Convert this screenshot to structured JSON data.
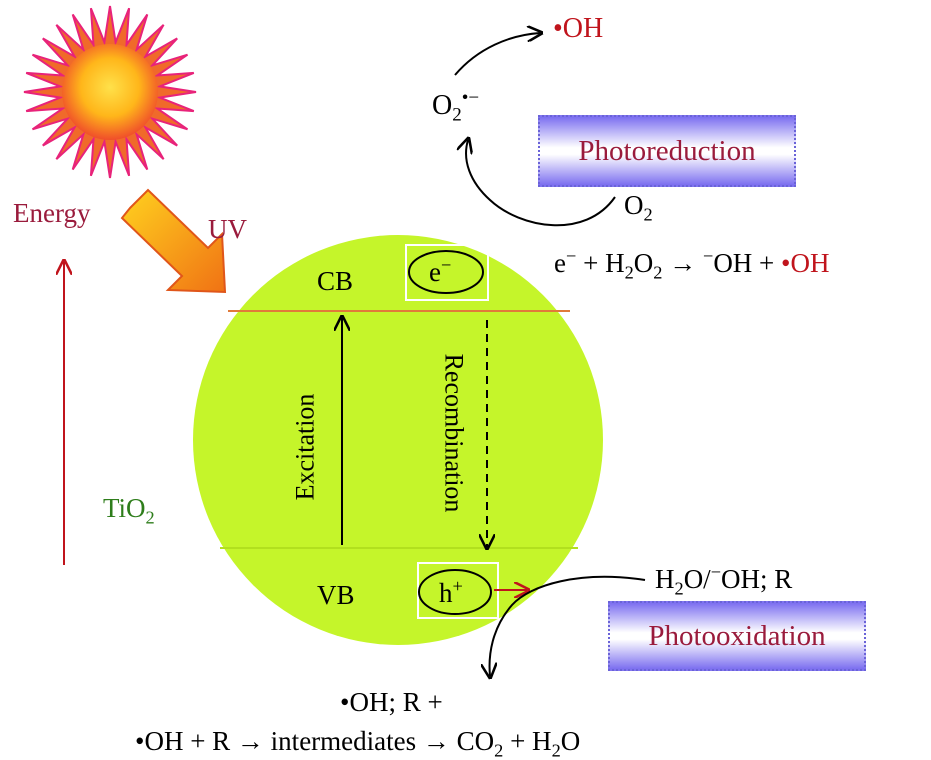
{
  "labels": {
    "energy": "Energy",
    "uv": "UV",
    "tio2": "TiO",
    "tio2_sub": "2",
    "cb": "CB",
    "vb": "VB",
    "electron": "e",
    "electron_sup": "−",
    "hole": "h",
    "hole_sup": "+",
    "excitation": "Excitation",
    "recombination": "Recombination",
    "oh_radical_top": "•OH",
    "superoxide": "O",
    "superoxide_sub": "2",
    "superoxide_sup": "•−",
    "o2": "O",
    "o2_sub": "2",
    "photoreduction": "Photoreduction",
    "photooxidation": "Photooxidation",
    "water_species": "H",
    "water_species_2": "O/",
    "water_species_3": "OH; R",
    "reduction_eq": {
      "part1": "e",
      "part1_sup": "−",
      "part2": " + H",
      "part2_sub": "2",
      "part3": "O",
      "part3_sub": "2",
      "part4": " → ",
      "part4_sup": "−",
      "part5": "OH + ",
      "radical": "•OH"
    },
    "oxidation_line1": "•OH; R +",
    "oxidation_line2": {
      "part1": "•OH + R → intermediates → CO",
      "part1_sub": "2",
      "part2": " + H",
      "part2_sub": "2",
      "part3": "O"
    }
  },
  "colors": {
    "particle": "#c5f52a",
    "cb_line": "#e07a3a",
    "energy_arrow": "#c0141c",
    "uv_arrow_start": "#ffd21f",
    "uv_arrow_end": "#f07214",
    "sun_core": "#ffc21a",
    "sun_rays": "#e8237a",
    "box_border": "#6a63d8",
    "box_fill": "#7c6ff0",
    "radical_red": "#c0141c",
    "label_darkred": "#9a1b3c",
    "tio2_green": "#2e7d1b"
  },
  "icons": {
    "sun": "sun-icon",
    "uv_arrow": "uv-arrow-icon",
    "energy_arrow": "energy-arrow-icon"
  }
}
